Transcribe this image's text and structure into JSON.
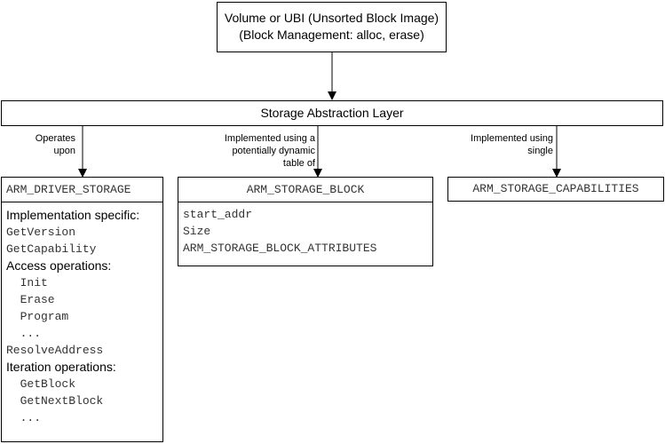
{
  "top_box": {
    "line1": "Volume or UBI (Unsorted Block Image)",
    "line2": "(Block Management: alloc, erase)"
  },
  "layer": {
    "label": "Storage Abstraction Layer"
  },
  "edges": {
    "left": "Operates\nupon",
    "middle": "Implemented using a\npotentially dynamic\ntable of",
    "right": "Implemented using\nsingle"
  },
  "driver_storage": {
    "header": "ARM_DRIVER_STORAGE",
    "items": [
      {
        "text": "Implementation specific:",
        "style": "sans"
      },
      {
        "text": "GetVersion",
        "style": "mono"
      },
      {
        "text": "GetCapability",
        "style": "mono"
      },
      {
        "text": "Access operations:",
        "style": "sans"
      },
      {
        "text": "  Init",
        "style": "mono"
      },
      {
        "text": "  Erase",
        "style": "mono"
      },
      {
        "text": "  Program",
        "style": "mono"
      },
      {
        "text": "  ...",
        "style": "mono"
      },
      {
        "text": "ResolveAddress",
        "style": "mono"
      },
      {
        "text": "Iteration operations:",
        "style": "sans"
      },
      {
        "text": "  GetBlock",
        "style": "mono"
      },
      {
        "text": "  GetNextBlock",
        "style": "mono"
      },
      {
        "text": "  ...",
        "style": "mono"
      }
    ]
  },
  "storage_block": {
    "header": "ARM_STORAGE_BLOCK",
    "items": [
      {
        "text": "start_addr",
        "style": "mono"
      },
      {
        "text": "Size",
        "style": "mono"
      },
      {
        "text": "ARM_STORAGE_BLOCK_ATTRIBUTES",
        "style": "mono"
      }
    ]
  },
  "capabilities": {
    "header": "ARM_STORAGE_CAPABILITIES"
  }
}
